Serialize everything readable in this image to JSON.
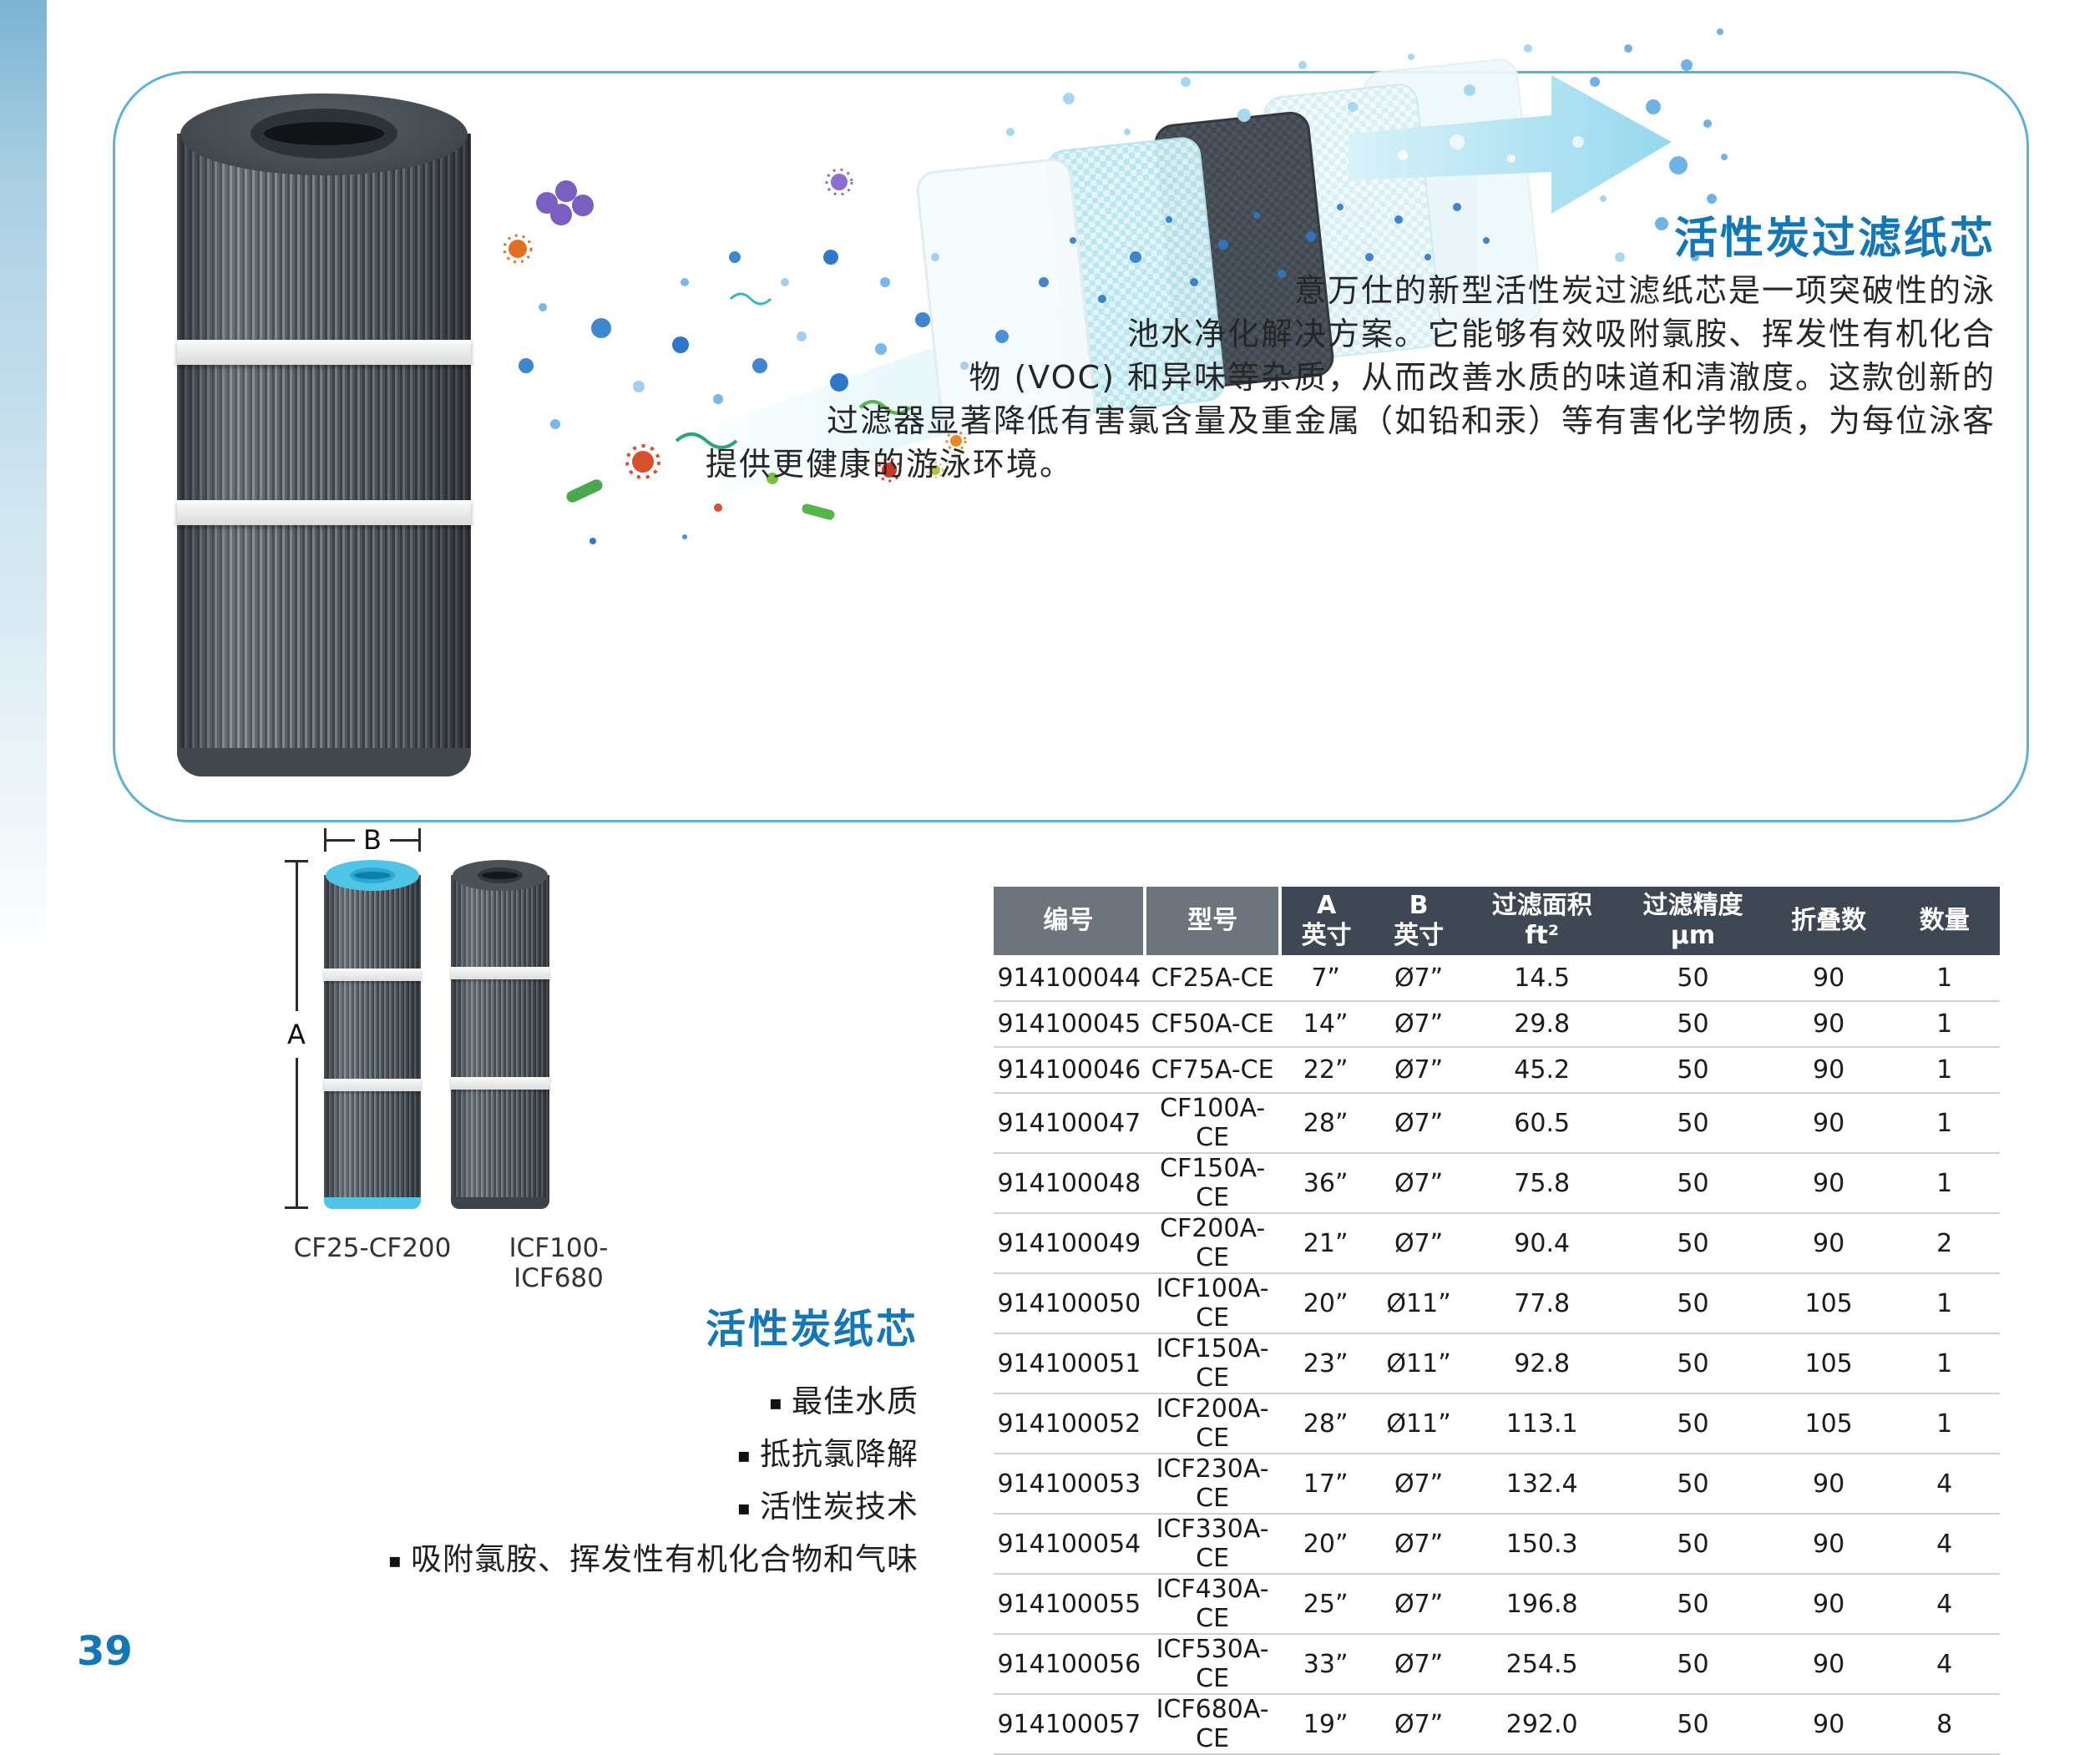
{
  "colors": {
    "accent_blue": "#1477b5",
    "box_border": "#5fb0d4",
    "table_header_dark": "#3f4754",
    "table_header_light": "#6d747c",
    "cartridge_cap_blue": "#4fc4e6"
  },
  "page": {
    "number": "39"
  },
  "hero": {
    "title": "活性炭过滤纸芯",
    "paragraph_lines": [
      "意万仕的新型活性炭过滤纸芯是一项突破性的泳",
      "池水净化解决方案。它能够有效吸附氯胺、挥发性有机化合",
      "物 (VOC) 和异味等杂质，从而改善水质的味道和清澈度。这款创新的",
      "过滤器显著降低有害氯含量及重金属（如铅和汞）等有害化学物质，为每位泳客",
      "提供更健康的游泳环境。"
    ]
  },
  "diagram": {
    "dim_a_label": "A",
    "dim_b_label": "B",
    "caption_left": "CF25-CF200",
    "caption_right": "ICF100-ICF680"
  },
  "features": {
    "title": "活性炭纸芯",
    "bullet_char": "▪",
    "items": [
      "最佳水质",
      "抵抗氯降解",
      "活性炭技术",
      "吸附氯胺、挥发性有机化合物和气味"
    ]
  },
  "table": {
    "headers": [
      "编号",
      "型号",
      "A\n英寸",
      "B\n英寸",
      "过滤面积\nft²",
      "过滤精度\nμm",
      "折叠数",
      "数量"
    ],
    "rows": [
      [
        "914100044",
        "CF25A-CE",
        "7”",
        "Ø7”",
        "14.5",
        "50",
        "90",
        "1"
      ],
      [
        "914100045",
        "CF50A-CE",
        "14”",
        "Ø7”",
        "29.8",
        "50",
        "90",
        "1"
      ],
      [
        "914100046",
        "CF75A-CE",
        "22”",
        "Ø7”",
        "45.2",
        "50",
        "90",
        "1"
      ],
      [
        "914100047",
        "CF100A-CE",
        "28”",
        "Ø7”",
        "60.5",
        "50",
        "90",
        "1"
      ],
      [
        "914100048",
        "CF150A-CE",
        "36”",
        "Ø7”",
        "75.8",
        "50",
        "90",
        "1"
      ],
      [
        "914100049",
        "CF200A-CE",
        "21”",
        "Ø7”",
        "90.4",
        "50",
        "90",
        "2"
      ],
      [
        "914100050",
        "ICF100A-CE",
        "20”",
        "Ø11”",
        "77.8",
        "50",
        "105",
        "1"
      ],
      [
        "914100051",
        "ICF150A-CE",
        "23”",
        "Ø11”",
        "92.8",
        "50",
        "105",
        "1"
      ],
      [
        "914100052",
        "ICF200A-CE",
        "28”",
        "Ø11”",
        "113.1",
        "50",
        "105",
        "1"
      ],
      [
        "914100053",
        "ICF230A-CE",
        "17”",
        "Ø7”",
        "132.4",
        "50",
        "90",
        "4"
      ],
      [
        "914100054",
        "ICF330A-CE",
        "20”",
        "Ø7”",
        "150.3",
        "50",
        "90",
        "4"
      ],
      [
        "914100055",
        "ICF430A-CE",
        "25”",
        "Ø7”",
        "196.8",
        "50",
        "90",
        "4"
      ],
      [
        "914100056",
        "ICF530A-CE",
        "33”",
        "Ø7”",
        "254.5",
        "50",
        "90",
        "4"
      ],
      [
        "914100057",
        "ICF680A-CE",
        "19”",
        "Ø7”",
        "292.0",
        "50",
        "90",
        "8"
      ]
    ]
  }
}
